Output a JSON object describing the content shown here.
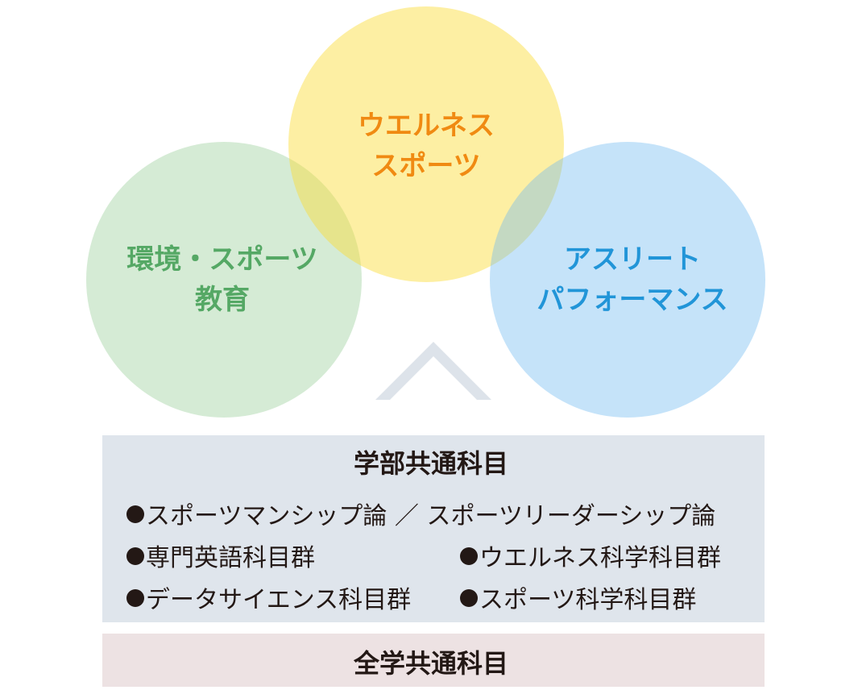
{
  "circles": {
    "green": {
      "line1": "環境・スポーツ",
      "line2": "教育",
      "color": "#55a865",
      "fill": "#d5ead4"
    },
    "yellow": {
      "line1": "ウエルネス",
      "line2": "スポーツ",
      "color": "#f08a12",
      "fill": "#fdf0a8"
    },
    "blue": {
      "line1": "アスリート",
      "line2": "パフォーマンス",
      "color": "#2195d8",
      "fill": "#c6e2f7"
    }
  },
  "faculty_common": {
    "title": "学部共通科目",
    "row1": "スポーツマンシップ論 ／ スポーツリーダーシップ論",
    "row2_left": "専門英語科目群",
    "row2_right": "ウエルネス科学科目群",
    "row3_left": "データサイエンス科目群",
    "row3_right": "スポーツ科学科目群",
    "background": "#dfe5ec"
  },
  "university_common": {
    "title": "全学共通科目",
    "background": "#ede2e3"
  }
}
